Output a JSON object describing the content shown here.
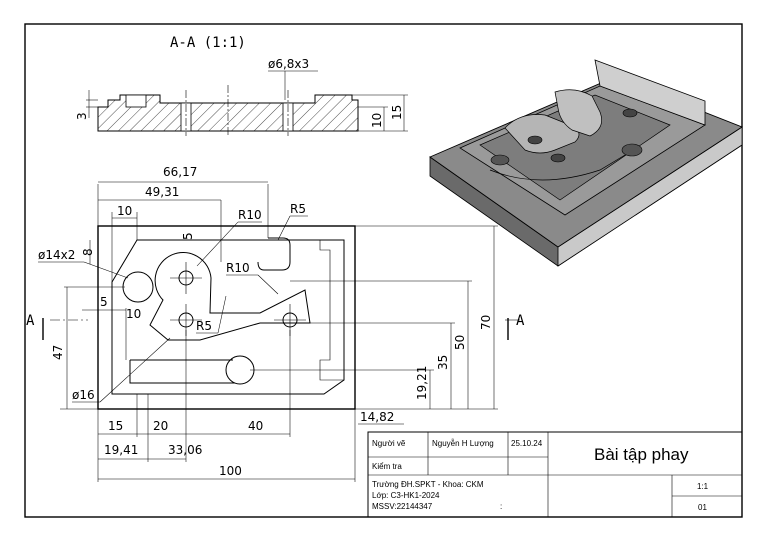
{
  "section_view": {
    "title": "A-A (1:1)",
    "hole_label": "ø6,8x3",
    "dims": [
      "3",
      "10",
      "15"
    ]
  },
  "plan_view": {
    "dims_top": [
      "66,17",
      "49,31",
      "10"
    ],
    "dims_bottom": [
      "15",
      "20",
      "40",
      "19,41",
      "33,06",
      "100"
    ],
    "dims_left": [
      "ø14x2",
      "8",
      "5",
      "10",
      "47",
      "ø16"
    ],
    "dims_inner": [
      "R10",
      "5",
      "R5",
      "R10",
      "R5"
    ],
    "dims_right": [
      "70",
      "50",
      "35",
      "19,21",
      "14,82"
    ],
    "section_marker": "A"
  },
  "title_block": {
    "drawn_by_label": "Người vẽ",
    "drawn_by_name": "Nguyễn H Lượng",
    "date": "25.10.24",
    "checked_label": "Kiểm tra",
    "drawing_title": "Bài tập phay",
    "school": "Trường ĐH.SPKT - Khoa: CKM",
    "class": "Lớp: C3-HK1-2024",
    "student_id": "MSSV:22144347",
    "colon": ":",
    "scale": "1:1",
    "sheet_no": "01"
  },
  "colors": {
    "iso_top": "#8a8a8a",
    "iso_side_light": "#c9c9c9",
    "iso_side_dark": "#6a6a6a"
  }
}
